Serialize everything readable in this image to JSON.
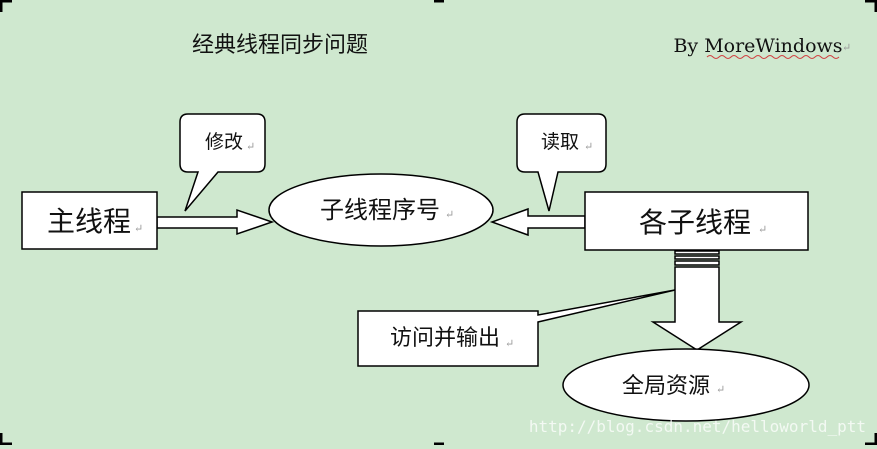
{
  "diagram": {
    "title": "经典线程同步问题",
    "author": "By MoreWindows",
    "nodes": {
      "main_thread": "主线程",
      "child_seq": "子线程序号",
      "child_threads": "各子线程",
      "global_resource": "全局资源",
      "access_output": "访问并输出"
    },
    "callouts": {
      "modify": "修改",
      "read": "读取"
    },
    "watermark": "http://blog.csdn.net/helloworld_ptt"
  },
  "colors": {
    "background": "#cfe8cf",
    "shape_fill": "#ffffff",
    "stroke": "#000000"
  }
}
